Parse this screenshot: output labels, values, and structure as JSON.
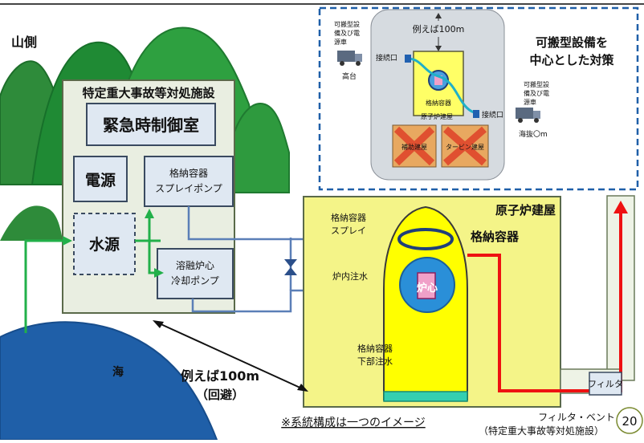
{
  "labels": {
    "mountain_side": "山側",
    "facility_title": "特定重大事故等対処施設",
    "control_room": "緊急時制御室",
    "power": "電源",
    "water_source": "水源",
    "spray_pump_1": "格納容器",
    "spray_pump_2": "スプレイポンプ",
    "melt_pump_1": "溶融炉心",
    "melt_pump_2": "冷却ポンプ",
    "sea": "海",
    "distance_1": "例えば100m",
    "distance_2": "（回避）",
    "reactor_building": "原子炉建屋",
    "containment_vessel": "格納容器",
    "spray_label_1": "格納容器",
    "spray_label_2": "スプレイ",
    "core_injection": "炉内注水",
    "core": "炉心",
    "lower_inj_1": "格納容器",
    "lower_inj_2": "下部注水",
    "filter": "フィルタ",
    "filter_vent": "フィルタ・ベント",
    "filter_vent_sub": "（特定重大事故等対処施設）",
    "system_note": "※系統構成は一つのイメージ",
    "page_number": "20"
  },
  "inset": {
    "title_1": "可搬型設備を",
    "title_2": "中心とした対策",
    "distance": "例えば100m",
    "portable_left_1": "可搬型設",
    "portable_left_2": "備及び電",
    "portable_left_3": "源車",
    "highland": "高台",
    "connection_left": "接続口",
    "connection_right": "接続口",
    "containment": "格納容器",
    "reactor_building": "原子炉建屋",
    "aux_building": "補助建屋",
    "turbine_building": "タービン建屋",
    "portable_right_1": "可搬型設",
    "portable_right_2": "備及び電",
    "portable_right_3": "源車",
    "sea_level": "海抜〇m"
  }
}
